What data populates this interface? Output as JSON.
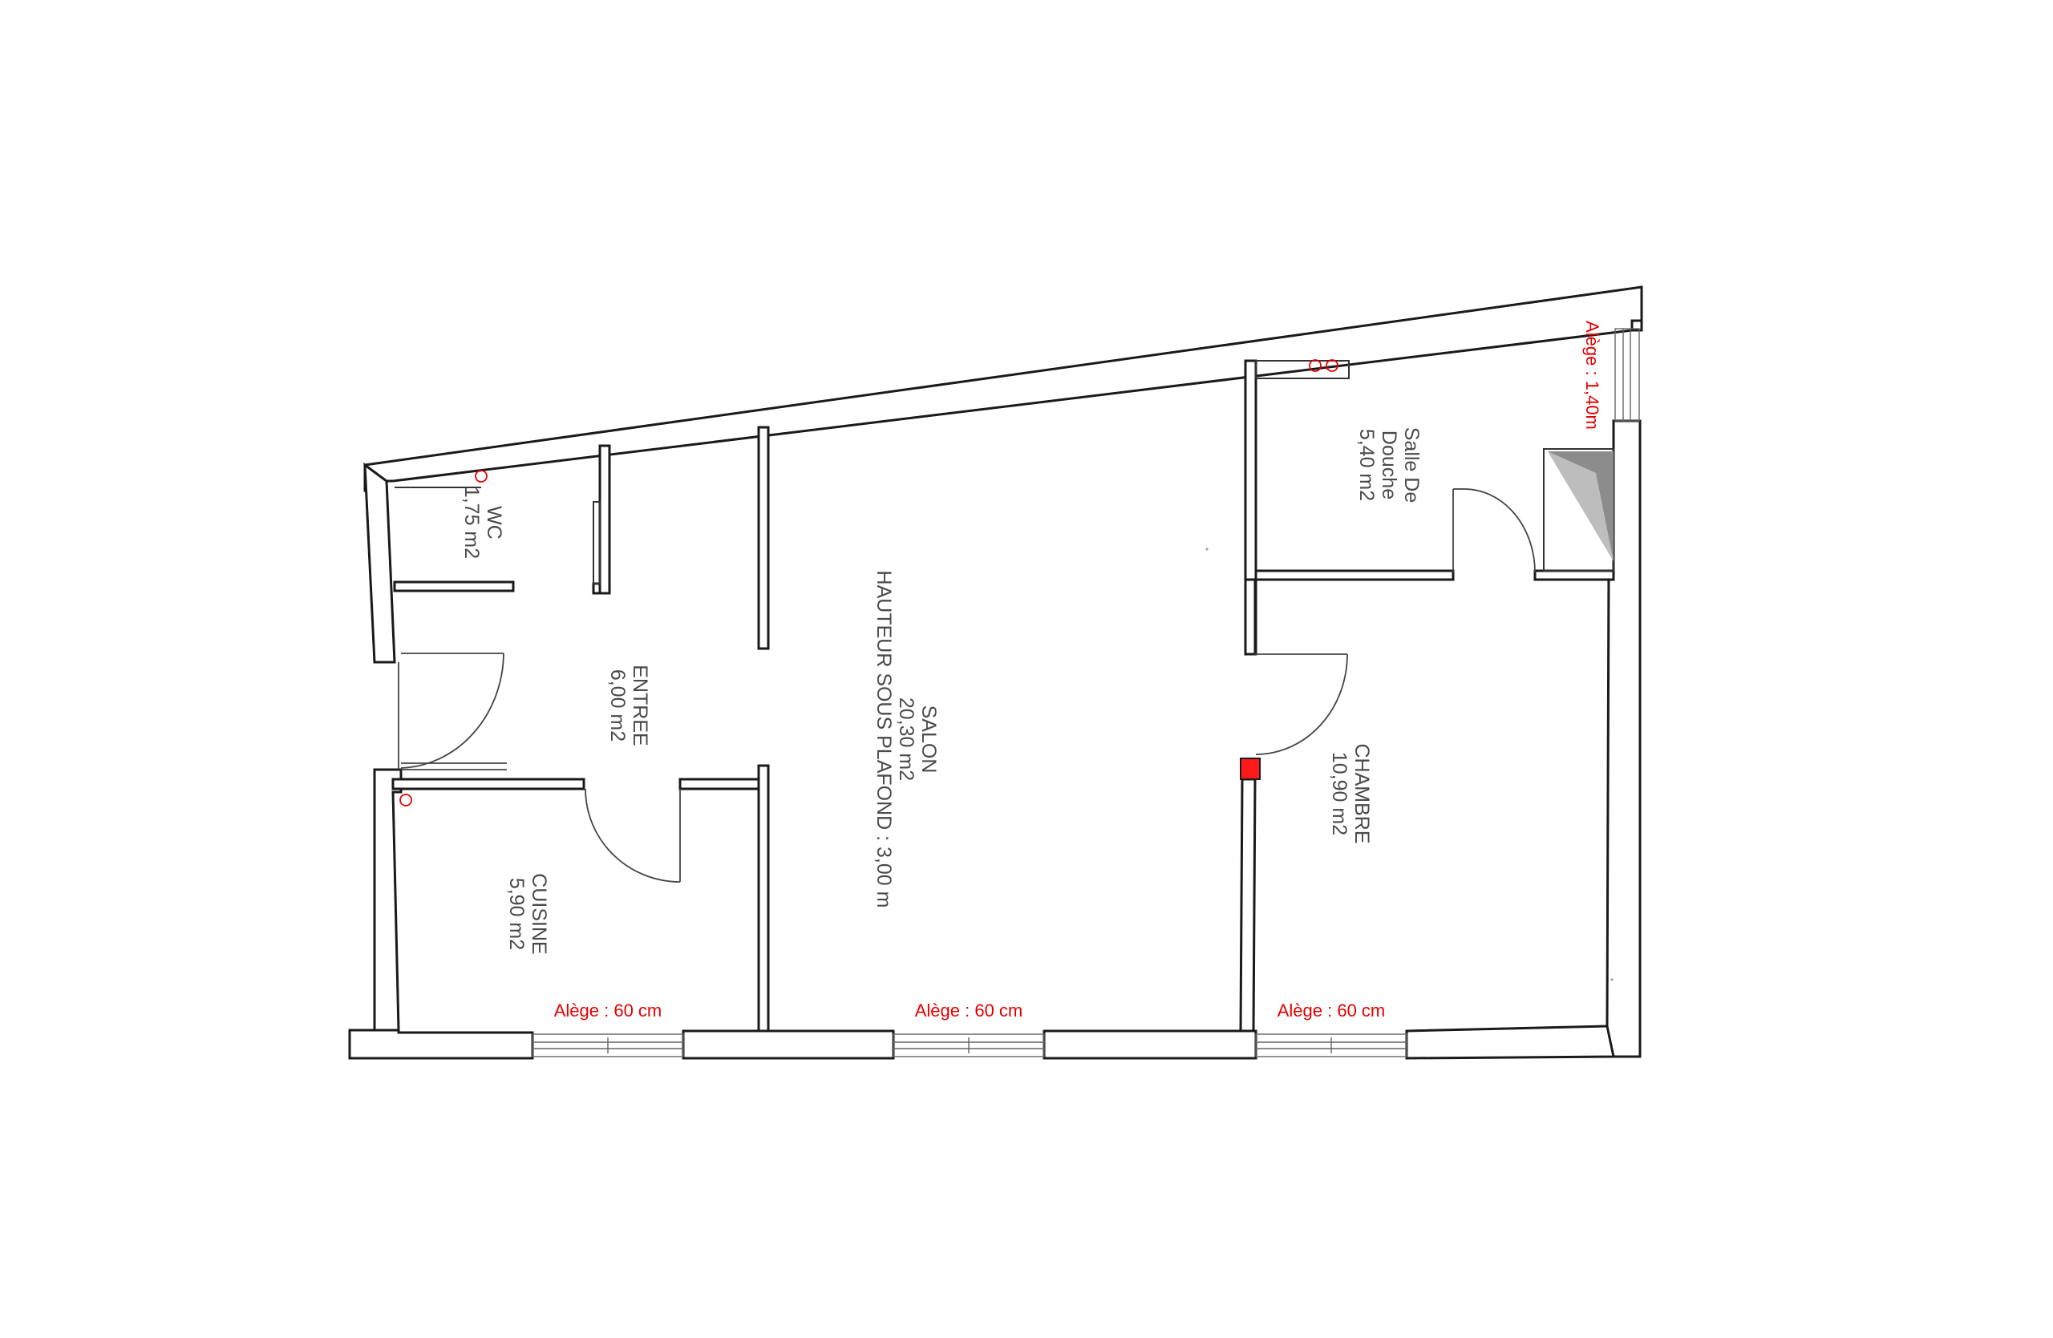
{
  "colors": {
    "wall": "#1a1a1a",
    "label": "#4a4a4a",
    "accent_red": "#e60000",
    "marker_fill": "#ff1a1a"
  },
  "rooms": {
    "wc": {
      "name": "WC",
      "area": "1,75 m2"
    },
    "entree": {
      "name": "ENTREE",
      "area": "6,00 m2"
    },
    "cuisine": {
      "name": "CUISINE",
      "area": "5,90 m2"
    },
    "salon": {
      "name": "SALON",
      "area": "20,30 m2",
      "note": "HAUTEUR SOUS PLAFOND : 3,00 m"
    },
    "salle_douche": {
      "name_line1": "Salle De",
      "name_line2": "Douche",
      "area": "5,40 m2"
    },
    "chambre": {
      "name": "CHAMBRE",
      "area": "10,90 m2"
    }
  },
  "windows": {
    "cuisine_alege": "Alège : 60 cm",
    "salon_alege": "Alège : 60 cm",
    "chambre_alege": "Alège : 60 cm",
    "douche_alege": "Alège : 1,40m"
  },
  "icons": {
    "outlet": "red-circle-outlet-icon",
    "shower_taps": "double-circle-tap-icon",
    "electrical_panel": "red-square-panel-icon"
  }
}
